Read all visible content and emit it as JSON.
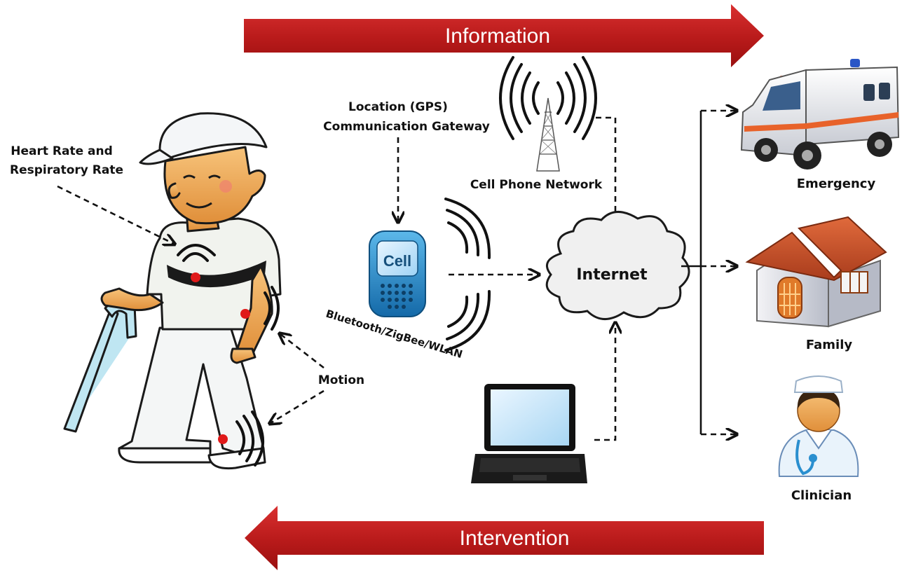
{
  "banners": {
    "top": "Information",
    "bottom": "Intervention"
  },
  "labels": {
    "heart_rate_line1": "Heart Rate and",
    "heart_rate_line2": "Respiratory Rate",
    "location_line1": "Location (GPS)",
    "location_line2": "Communication Gateway",
    "cell_network": "Cell Phone Network",
    "phone_screen": "Cell",
    "wireless": "Bluetooth/ZigBee/WLAN",
    "internet": "Internet",
    "motion": "Motion",
    "emergency": "Emergency",
    "family": "Family",
    "clinician": "Clinician"
  },
  "colors": {
    "banner": "#c41e1e",
    "sensor": "#e01a1a",
    "phone": "#1f86c9",
    "ambulance_stripe": "#e8622a",
    "roof": "#c8502a"
  },
  "icons": [
    "patient-figure",
    "cell-phone-icon",
    "cell-tower-icon",
    "laptop-icon",
    "internet-cloud-icon",
    "ambulance-icon",
    "house-icon",
    "clinician-icon"
  ]
}
